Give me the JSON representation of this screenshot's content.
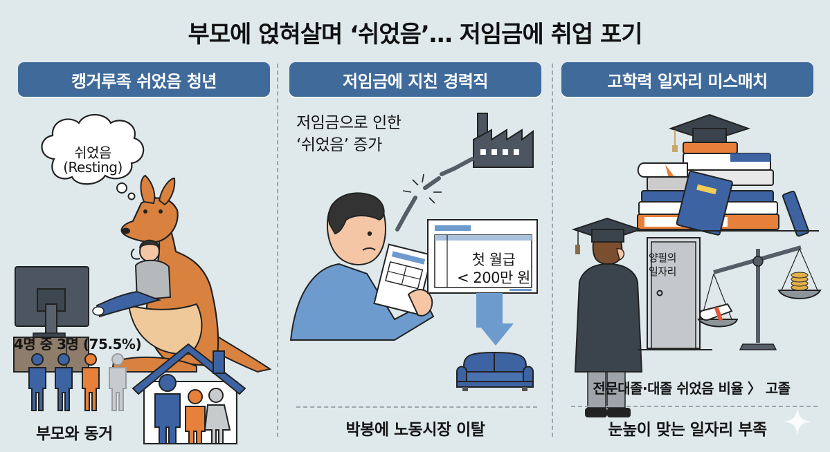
{
  "title": "부모에 얹혀살며 ‘쉬었음’… 저임금에 취업 포기",
  "colors": {
    "background": "#dfe9ec",
    "header_blue": "#3f6a9a",
    "accent_orange": "#e6803a",
    "kangaroo": "#d9823f",
    "person_gray": "#bfc3c6",
    "divider": "#9aa7ad"
  },
  "panels": [
    {
      "header": "캥거루족 쉬었음 청년",
      "thought_bubble": {
        "line1": "쉬었음",
        "line2": "(Resting)"
      },
      "stat": "4명 중 3명 (75.5%)",
      "people_icons": [
        "blue",
        "blue",
        "orange",
        "gray"
      ],
      "caption": "부모와 동거"
    },
    {
      "header": "저임금에 지친 경력직",
      "subtitle_line1": "저임금으로 인한",
      "subtitle_line2": "‘쉬었음’ 증가",
      "sign": {
        "line1": "첫 월급",
        "line2": "< 200만 원"
      },
      "caption": "박봉에 노동시장 이탈"
    },
    {
      "header": "고학력 일자리 미스매치",
      "door_label_line1": "양필의",
      "door_label_line2": "일자리",
      "stat": "전문대졸·대졸 쉬었음 비율 〉 고졸",
      "caption": "눈높이 맞는 일자리 부족"
    }
  ]
}
